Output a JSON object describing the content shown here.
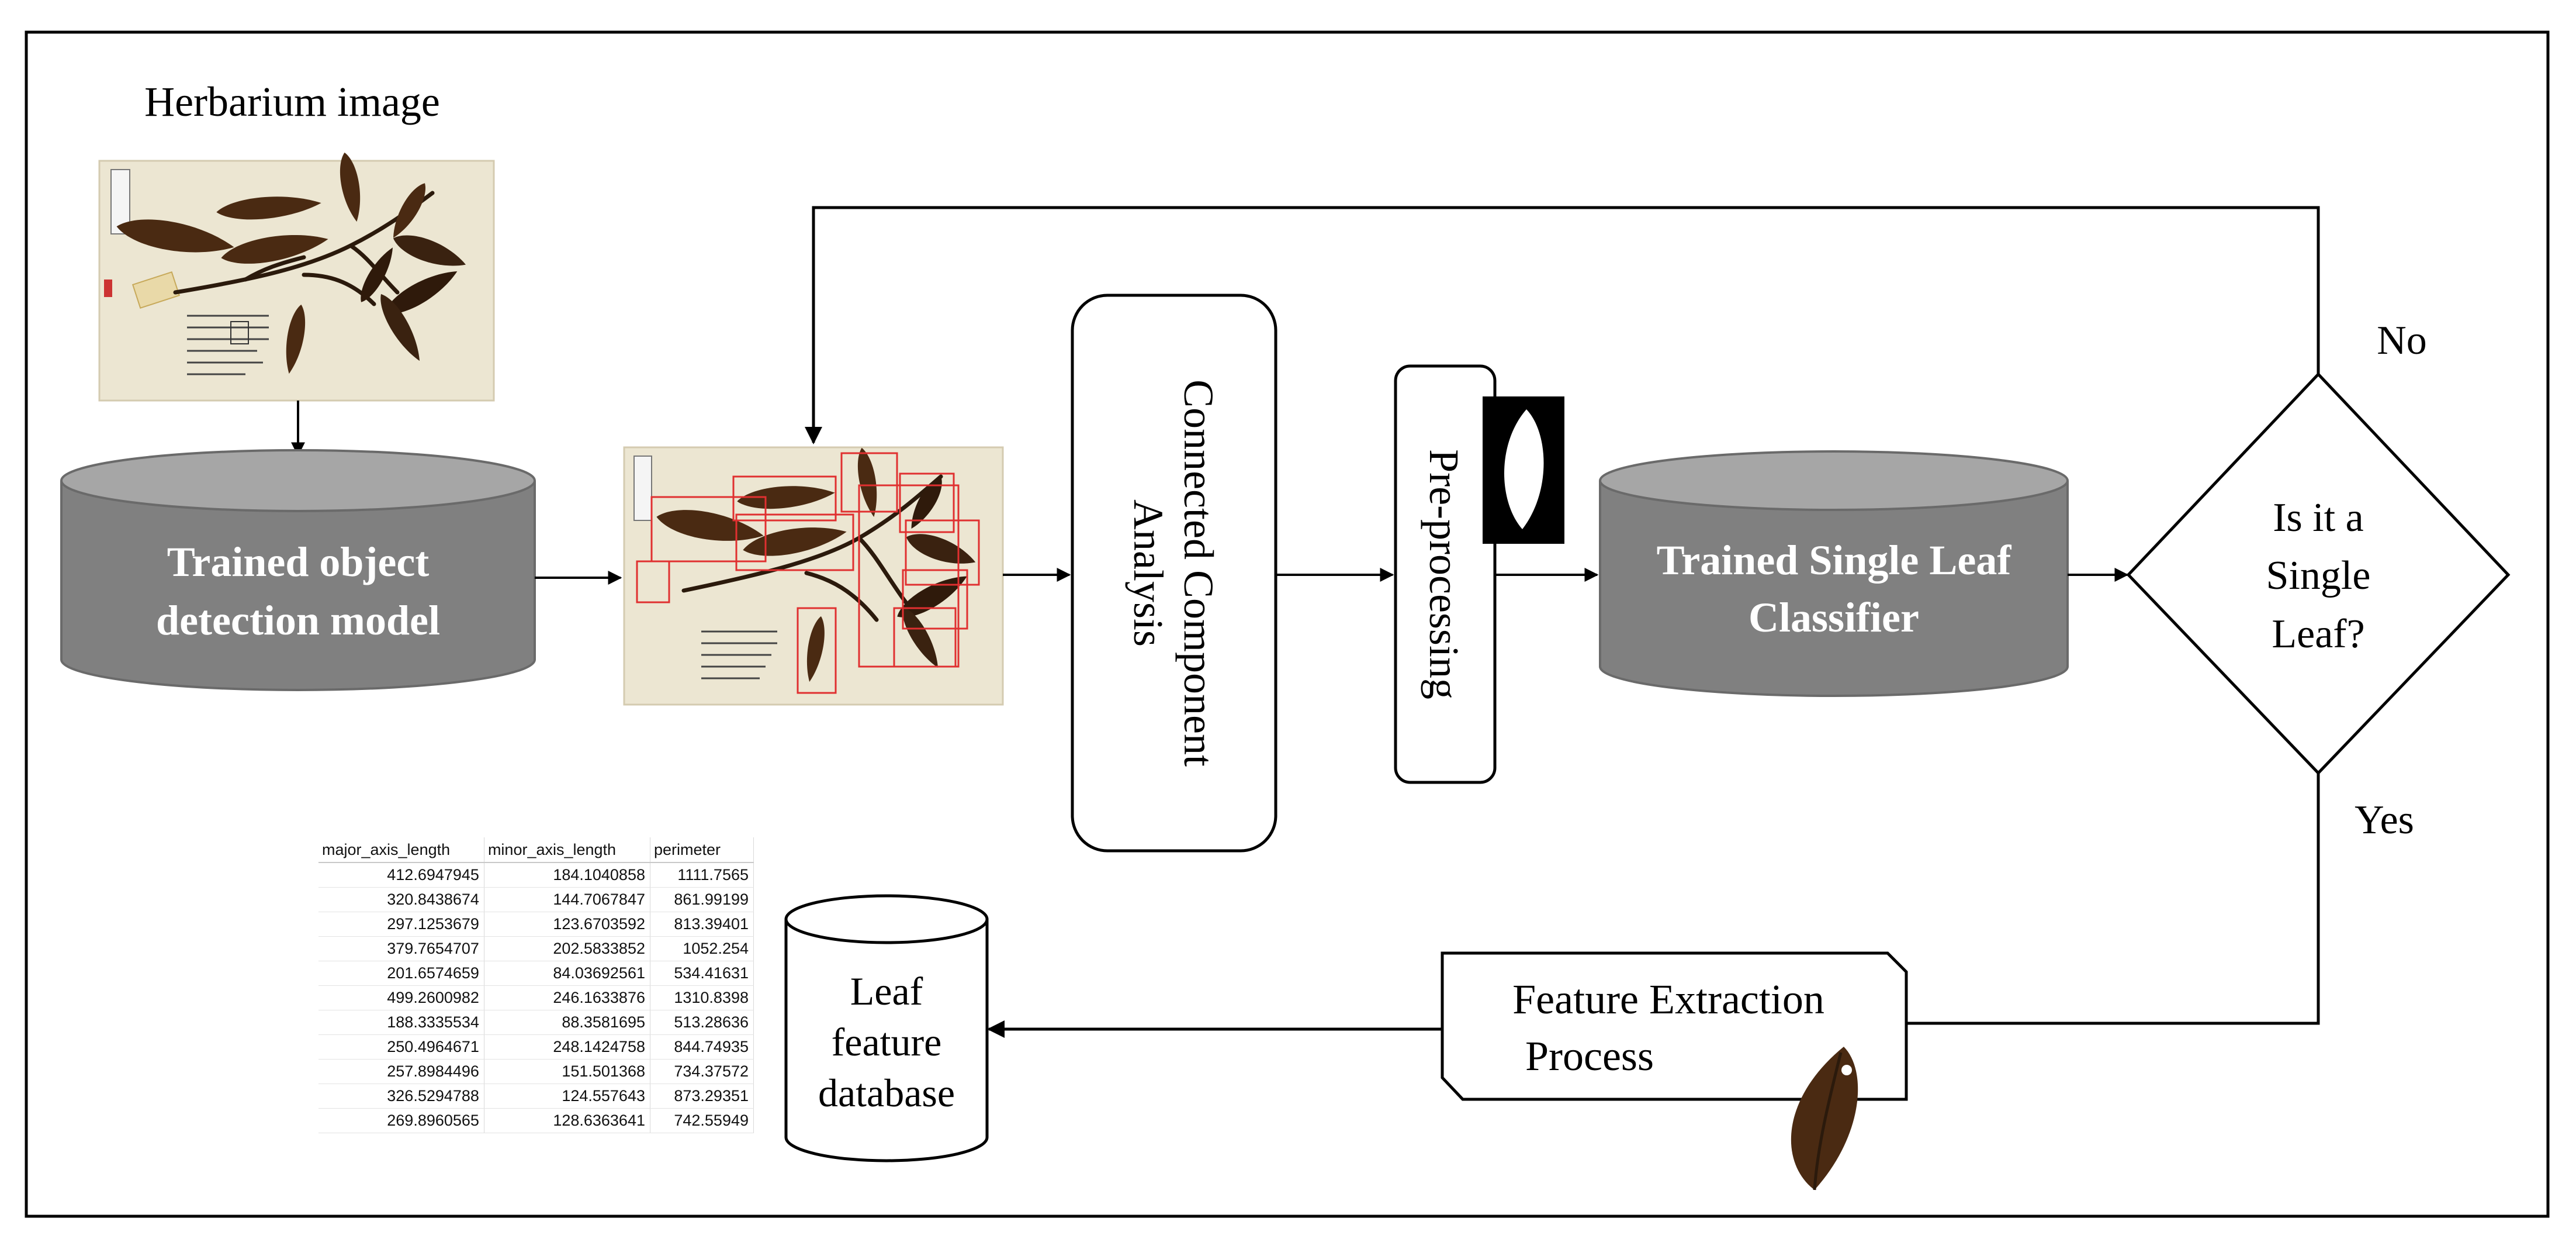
{
  "labels": {
    "herbarium_image": "Herbarium image",
    "object_detection_model_line1": "Trained object",
    "object_detection_model_line2": "detection model",
    "connected_component_line1": "Connected Component",
    "connected_component_line2": "Analysis",
    "preprocessing": "Pre-processing",
    "single_leaf_classifier_line1": "Trained Single Leaf",
    "single_leaf_classifier_line2": "Classifier",
    "decision_line1": "Is it a",
    "decision_line2": "Single",
    "decision_line3": "Leaf?",
    "no": "No",
    "yes": "Yes",
    "feature_extraction_line1": "Feature Extraction",
    "feature_extraction_line2": "Process",
    "leaf_db_line1": "Leaf",
    "leaf_db_line2": "feature",
    "leaf_db_line3": "database"
  },
  "feature_table": {
    "headers": [
      "major_axis_length",
      "minor_axis_length",
      "perimeter"
    ],
    "rows": [
      [
        "412.6947945",
        "184.1040858",
        "1111.7565"
      ],
      [
        "320.8438674",
        "144.7067847",
        "861.99199"
      ],
      [
        "297.1253679",
        "123.6703592",
        "813.39401"
      ],
      [
        "379.7654707",
        "202.5833852",
        "1052.254"
      ],
      [
        "201.6574659",
        "84.03692561",
        "534.41631"
      ],
      [
        "499.2600982",
        "246.1633876",
        "1310.8398"
      ],
      [
        "188.3335534",
        "88.3581695",
        "513.28636"
      ],
      [
        "250.4964671",
        "248.1424758",
        "844.74935"
      ],
      [
        "257.8984496",
        "151.501368",
        "734.37572"
      ],
      [
        "326.5294788",
        "124.557643",
        "873.29351"
      ],
      [
        "269.8960565",
        "128.6363641",
        "742.55949"
      ]
    ]
  },
  "colors": {
    "cylinder_body": "#808080",
    "cylinder_top": "#a6a6a6",
    "leaf_brown": "#4a2a12",
    "paper": "#ece6d2"
  }
}
